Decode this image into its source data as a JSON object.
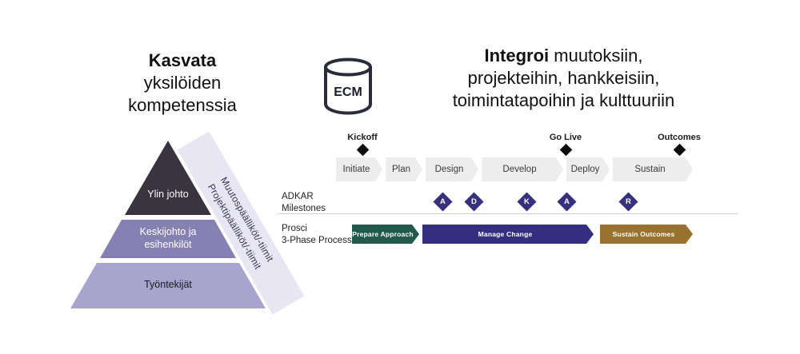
{
  "left_section": {
    "title": {
      "bold": "Kasvata",
      "line2": "yksilöiden",
      "line3": "kompetenssia"
    },
    "pyramid": {
      "levels": [
        {
          "label": "Ylin johto",
          "color": "#3a3440"
        },
        {
          "label": "Keskijohto ja esihenkilöt",
          "color": "#8581b3"
        },
        {
          "label": "Työntekijät",
          "color": "#a8a4ce"
        }
      ],
      "band": {
        "line1": "Muutospäälliköt/-tiimit",
        "line2": "Projektipäälliköt/-tiimit",
        "color": "#e7e6f2"
      }
    }
  },
  "ecm": {
    "label": "ECM"
  },
  "right_section": {
    "title": {
      "bold": "Integroi",
      "line1_rest": " muutoksiin,",
      "line2": "projekteihin, hankkeisiin,",
      "line3": "toimintatapoihin ja kulttuuriin"
    }
  },
  "process": {
    "phase_color": "#ededed",
    "milestone_color": "#0d0d0d",
    "phases": [
      "Initiate",
      "Plan",
      "Design",
      "Develop",
      "Deploy",
      "Sustain"
    ],
    "milestones": [
      {
        "label": "Kickoff"
      },
      {
        "label": "Go Live"
      },
      {
        "label": "Outcomes"
      }
    ],
    "adkar": {
      "label_line1": "ADKAR",
      "label_line2": "Milestones",
      "letters": [
        "A",
        "D",
        "K",
        "A",
        "R"
      ],
      "diamond_color": "#36307f"
    },
    "prosci": {
      "label_line1": "Prosci",
      "label_line2": "3-Phase Process",
      "phases": [
        {
          "label": "Prepare Approach",
          "color": "#215a4b"
        },
        {
          "label": "Manage Change",
          "color": "#332e80"
        },
        {
          "label": "Sustain Outcomes",
          "color": "#99722f"
        }
      ]
    }
  }
}
